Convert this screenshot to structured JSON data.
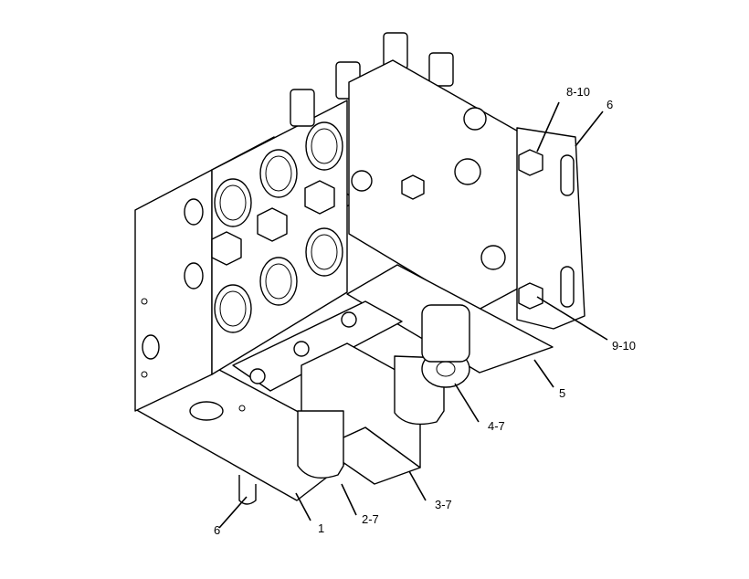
{
  "callouts": [
    {
      "id": "c1",
      "text": "8-10"
    },
    {
      "id": "c2",
      "text": "6"
    },
    {
      "id": "c3",
      "text": "9-10"
    },
    {
      "id": "c4",
      "text": "5"
    },
    {
      "id": "c5",
      "text": "4-7"
    },
    {
      "id": "c6",
      "text": "3-7"
    },
    {
      "id": "c7",
      "text": "2-7"
    },
    {
      "id": "c8",
      "text": "1"
    },
    {
      "id": "c9",
      "text": "6"
    }
  ]
}
